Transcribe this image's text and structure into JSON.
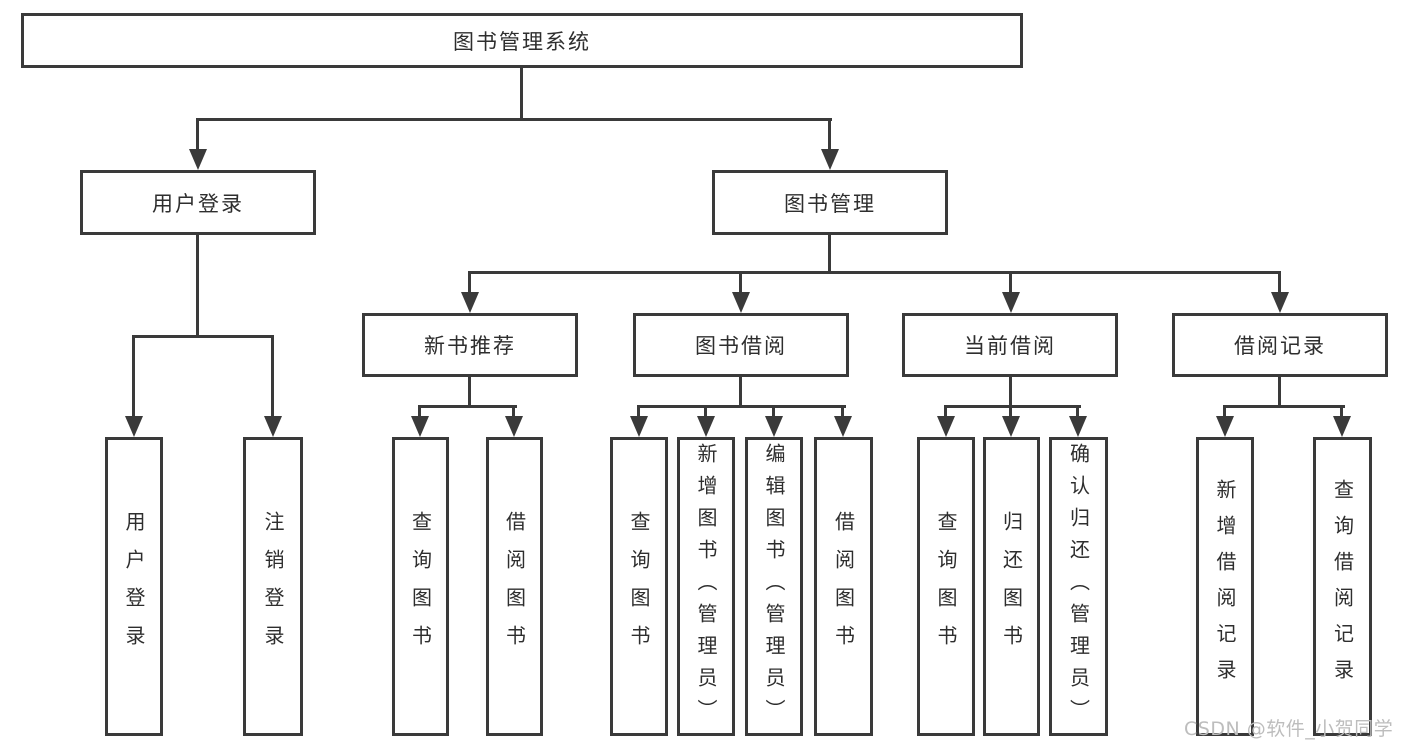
{
  "diagram": {
    "type": "hierarchy-tree",
    "title": "图书管理系统",
    "watermark": "CSDN @软件_小贺同学",
    "colors": {
      "line": "#3a3a3a",
      "text": "#2e2e2e",
      "background": "#ffffff",
      "watermark": "#bdbdbd"
    },
    "tree": {
      "root": {
        "label": "图书管理系统",
        "children": [
          {
            "label": "用户登录",
            "children": [
              {
                "label": "用户登录"
              },
              {
                "label": "注销登录"
              }
            ]
          },
          {
            "label": "图书管理",
            "children": [
              {
                "label": "新书推荐",
                "children": [
                  {
                    "label": "查询图书"
                  },
                  {
                    "label": "借阅图书"
                  }
                ]
              },
              {
                "label": "图书借阅",
                "children": [
                  {
                    "label": "查询图书"
                  },
                  {
                    "label": "新增图书（管理员）"
                  },
                  {
                    "label": "编辑图书（管理员）"
                  },
                  {
                    "label": "借阅图书"
                  }
                ]
              },
              {
                "label": "当前借阅",
                "children": [
                  {
                    "label": "查询图书"
                  },
                  {
                    "label": "归还图书"
                  },
                  {
                    "label": "确认归还（管理员）"
                  }
                ]
              },
              {
                "label": "借阅记录",
                "children": [
                  {
                    "label": "新增借阅记录"
                  },
                  {
                    "label": "查询借阅记录"
                  }
                ]
              }
            ]
          }
        ]
      }
    }
  }
}
